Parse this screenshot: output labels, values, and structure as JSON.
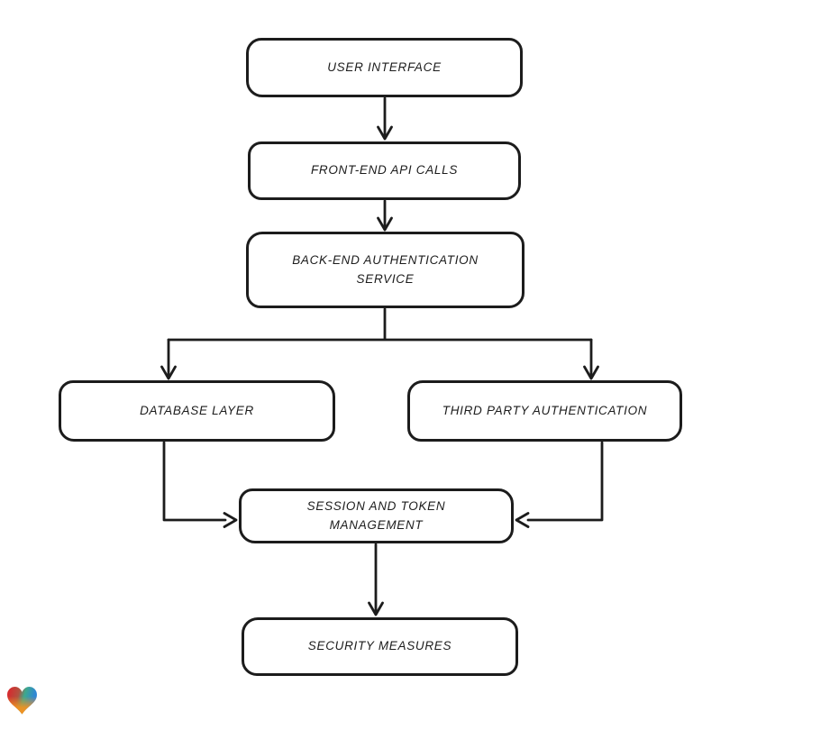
{
  "diagram": {
    "background": "#ffffff",
    "stroke_color": "#1c1c1c",
    "nodes": [
      {
        "id": "user-interface",
        "label": "USER INTERFACE"
      },
      {
        "id": "front-end-api-calls",
        "label": "FRONT-END API CALLS"
      },
      {
        "id": "back-end-authentication-service",
        "label": "BACK-END AUTHENTICATION SERVICE"
      },
      {
        "id": "database-layer",
        "label": "DATABASE LAYER"
      },
      {
        "id": "third-party-authentication",
        "label": "THIRD PARTY AUTHENTICATION"
      },
      {
        "id": "session-and-token-management",
        "label": "SESSION AND TOKEN MANAGEMENT"
      },
      {
        "id": "security-measures",
        "label": "SECURITY MEASURES"
      }
    ],
    "edges": [
      {
        "from": "user-interface",
        "to": "front-end-api-calls"
      },
      {
        "from": "front-end-api-calls",
        "to": "back-end-authentication-service"
      },
      {
        "from": "back-end-authentication-service",
        "to": "database-layer"
      },
      {
        "from": "back-end-authentication-service",
        "to": "third-party-authentication"
      },
      {
        "from": "database-layer",
        "to": "session-and-token-management"
      },
      {
        "from": "third-party-authentication",
        "to": "session-and-token-management"
      },
      {
        "from": "session-and-token-management",
        "to": "security-measures"
      }
    ],
    "logo": {
      "icon": "gradient-heart-icon",
      "colors": [
        "#e0202a",
        "#8f8a3c",
        "#3da98c",
        "#2f86d6",
        "#f6921e"
      ]
    }
  }
}
